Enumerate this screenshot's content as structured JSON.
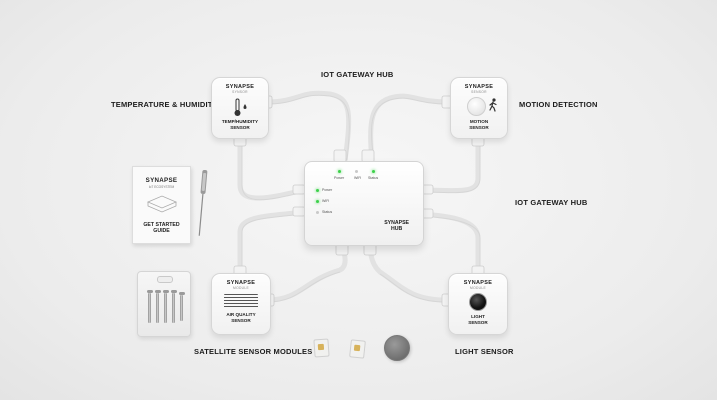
{
  "callouts": {
    "top_title": "IOT GATEWAY HUB",
    "temp_humidity": "TEMPERATURE & HUMIDITY",
    "motion": "MOTION DETECTION",
    "gateway_right": "IOT GATEWAY HUB",
    "satellite": "SATELLITE SENSOR MODULES",
    "light": "LIGHT SENSOR"
  },
  "modules": {
    "temp": {
      "brand": "SYNAPSE",
      "sub": "SYNSOR",
      "label_line1": "TEMP/HUMIDITY",
      "label_line2": "SENSOR"
    },
    "motion": {
      "brand": "SYNAPSE",
      "sub": "SENSOR",
      "label_line1": "MOTION",
      "label_line2": "SENSOR"
    },
    "air": {
      "brand": "SYNAPSE",
      "sub": "MODULE",
      "label_line1": "AIR QUALITY",
      "label_line2": "SENSOR"
    },
    "light": {
      "brand": "SYNAPSE",
      "sub": "MODULE",
      "label_line1": "LIGHT",
      "label_line2": "SENSOR"
    }
  },
  "hub": {
    "top_labels": [
      "Power",
      "WiFi",
      "Status"
    ],
    "side_labels": [
      "Power",
      "WiFi",
      "Status"
    ],
    "brand_line1": "SYNAPSE",
    "brand_line2": "HUB",
    "led_colors": {
      "power": "#3cd14a",
      "wifi": "#3cd14a",
      "status": "#3cd14a",
      "off": "#c9c9c9"
    }
  },
  "booklet": {
    "title": "SYNAPSE",
    "subtitle": "IoT ECOSYSTEM",
    "guide_line1": "GET STARTED",
    "guide_line2": "GUIDE"
  }
}
